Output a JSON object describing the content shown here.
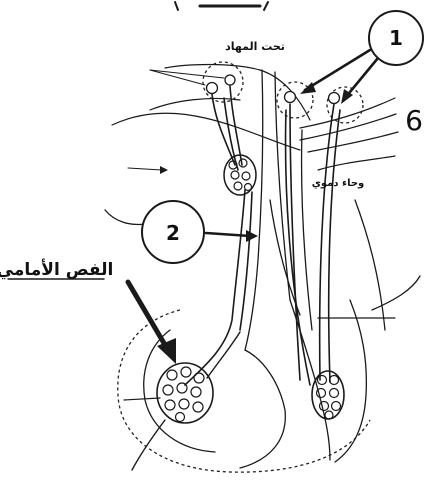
{
  "labels": {
    "top_label": "تحت المهاد",
    "right_label": "وحاء دموي",
    "left_label": "الفص الأمامي",
    "marker_1": "1",
    "marker_2": "2",
    "edge_number": "6"
  },
  "colors": {
    "ink": "#1a1a1a",
    "background": "#ffffff"
  }
}
